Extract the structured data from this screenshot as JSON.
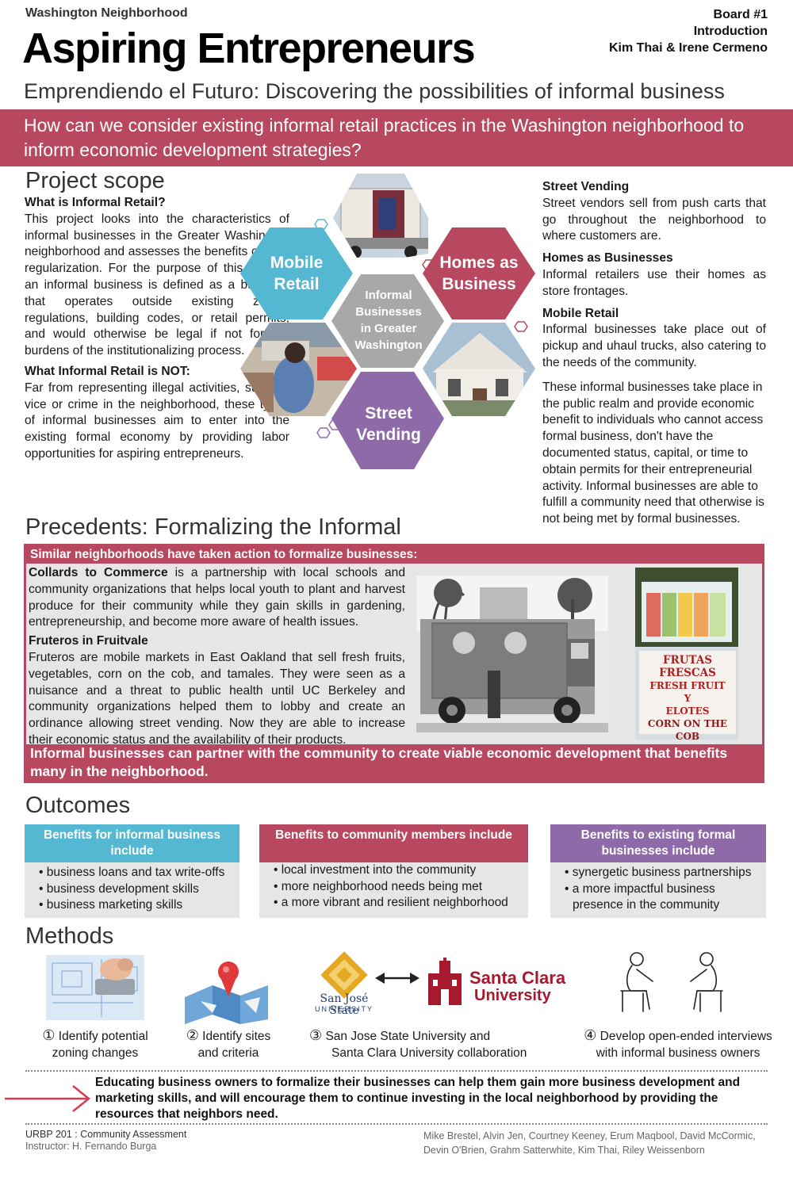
{
  "header": {
    "kicker": "Washington Neighborhood",
    "title": "Aspiring Entrepreneurs",
    "board": "Board #1",
    "section": "Introduction",
    "authors": "Kim Thai & Irene Cermeno",
    "subtitle": "Emprendiendo el Futuro: Discovering the possibilities of informal business",
    "question": "How can we consider existing informal retail practices in the Washington neighborhood to inform economic development strategies?"
  },
  "colors": {
    "accent": "#b74860",
    "blue": "#55b8d3",
    "purple": "#8e6aa9",
    "gray": "#a8a8a8",
    "panel": "#e6e6e7"
  },
  "scope": {
    "heading": "Project scope",
    "what_heading": "What is Informal Retail?",
    "what_text": "This project looks into the characteristics of informal businesses in the Greater Washington neighborhood and assesses the benefits of their regularization. For the purpose of this project, an informal business is defined as a business that operates outside existing zoning regulations, building codes, or retail permits, and would otherwise be legal if not for the burdens of the institutionalizing process.",
    "not_heading": "What Informal Retail is NOT:",
    "not_text": "Far from representing illegal activities, such as vice or crime in the neighborhood, these types of informal businesses aim to enter into the existing formal economy by providing labor opportunities for aspiring entrepreneurs.",
    "hex_center": "Informal Businesses in Greater Washington",
    "hex_mobile": "Mobile Retail",
    "hex_homes": "Homes as Business",
    "hex_street": "Street Vending",
    "street_heading": "Street Vending",
    "street_text": "Street vendors sell from push carts that go throughout the neighborhood to where customers are.",
    "homes_heading": "Homes as Businesses",
    "homes_text": "Informal retailers use their homes as store frontages.",
    "mobile_heading": "Mobile Retail",
    "mobile_text": "Informal businesses take place out of pickup and uhaul trucks, also catering to the needs of the community.",
    "summary_text": "These informal businesses take place in the public realm and provide economic benefit to individuals who cannot access formal business, don't have the documented status, capital, or time to obtain permits for their entrepreneurial activity. Informal businesses are able to fulfill a community need that otherwise is not being met by formal businesses."
  },
  "precedents": {
    "heading": "Precedents: Formalizing the Informal",
    "bar": "Similar neighborhoods have taken action to formalize businesses:",
    "collards_name": "Collards to Commerce",
    "collards_text": " is a partnership with local schools and community organizations that helps local youth to plant and harvest produce for their community while they gain skills in gardening, entrepreneurship, and become more aware of health issues.",
    "fruteros_heading": "Fruteros in Fruitvale",
    "fruteros_text": "Fruteros are mobile markets in East Oakland that sell fresh fruits, vegetables, corn on the cob, and tamales. They were seen as a nuisance and a threat to public health until UC Berkeley and community organizations helped them to lobby and create an ordinance allowing street vending. Now they are able to increase their economic status and the availability of their products.",
    "sign_line1": "FRUTAS FRESCAS",
    "sign_line2": "FRESH FRUIT",
    "sign_line3": "Y",
    "sign_line4": "ELOTES",
    "sign_line5": "CORN ON THE COB",
    "footer": "Informal businesses can partner with the community to create viable economic development that benefits many in the neighborhood."
  },
  "outcomes": {
    "heading": "Outcomes",
    "boxes": [
      {
        "title": "Benefits for informal business include",
        "items": [
          "business loans and tax write-offs",
          "business development skills",
          "business marketing skills"
        ]
      },
      {
        "title": "Benefits to community members include",
        "items": [
          "local investment into the community",
          "more neighborhood needs being met",
          "a more vibrant and resilient neighborhood"
        ]
      },
      {
        "title": "Benefits to existing formal businesses include",
        "items": [
          "synergetic business partnerships",
          "a more impactful business presence in the community"
        ]
      }
    ]
  },
  "methods": {
    "heading": "Methods",
    "sjsu_name": "San José State",
    "sjsu_sub": "UNIVERSITY",
    "scu_name_1": "Santa Clara",
    "scu_name_2": "University",
    "steps": [
      {
        "num": "①",
        "text_1": "Identify potential",
        "text_2": "zoning changes"
      },
      {
        "num": "②",
        "text_1": "Identify sites",
        "text_2": "and criteria"
      },
      {
        "num": "③",
        "text_1": "San Jose State University and",
        "text_2": "Santa Clara University collaboration"
      },
      {
        "num": "④",
        "text_1": "Develop open-ended interviews",
        "text_2": "with informal business owners"
      }
    ],
    "conclusion": "Educating business owners to formalize their businesses can help them gain more business development and marketing skills, and will encourage them to continue investing in the local neighborhood by providing the resources that neighbors need."
  },
  "footer": {
    "course": "URBP 201 : Community Assessment",
    "instructor": "Instructor: H. Fernando Burga",
    "team_1": "Mike Brestel, Alvin Jen, Courtney Keeney, Erum Maqbool, David McCormic,",
    "team_2": "Devin O'Brien, Grahm Satterwhite, Kim Thai, Riley Weissenborn"
  }
}
